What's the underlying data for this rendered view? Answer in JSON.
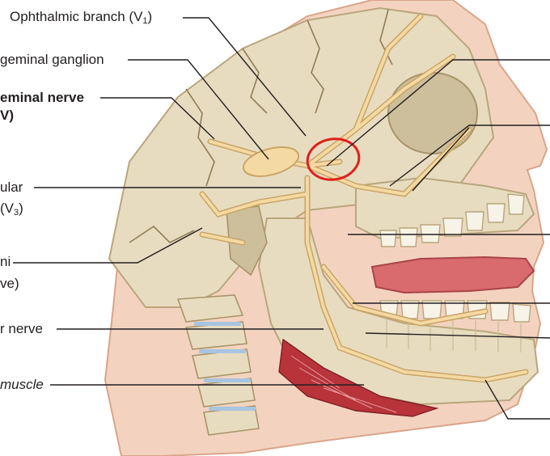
{
  "labels": {
    "ophthalmic": {
      "text": "Ophthalmic branch (V",
      "sub": "1",
      "close": ")"
    },
    "ganglion": {
      "text": "geminal ganglion"
    },
    "trigeminal_line1": {
      "text": "eminal nerve"
    },
    "trigeminal_line2": {
      "text": "V)"
    },
    "mandibular_line1": {
      "text": "ular"
    },
    "mandibular_line2": {
      "text": "(V",
      "sub": "3",
      "close": ")"
    },
    "tympani_line1": {
      "text": "ni"
    },
    "tympani_line2": {
      "text": "ve)"
    },
    "lingual": {
      "text": "r nerve"
    },
    "muscle": {
      "text": "muscle"
    }
  },
  "colors": {
    "skull": "#e8dcc0",
    "skull_shadow": "#cdbf9c",
    "nerve": "#f4d9a3",
    "nerve_edge": "#c9a566",
    "tongue": "#d96a6e",
    "muscle": "#b8333a",
    "skin": "#f3d3c0",
    "highlight_circle": "#e0201b",
    "leader": "#231f20"
  }
}
